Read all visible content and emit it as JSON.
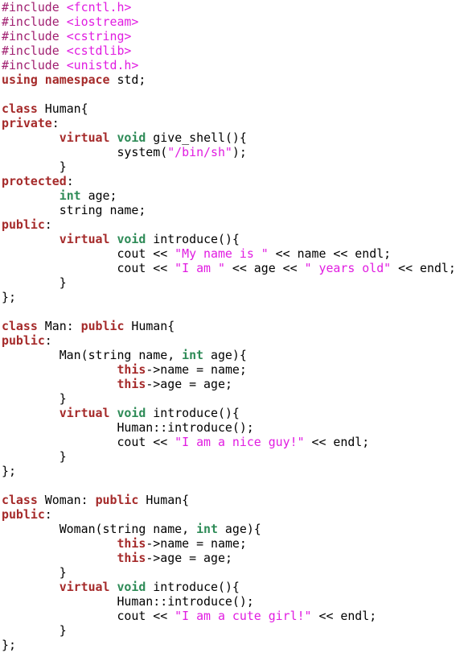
{
  "colors": {
    "background": "#ffffff",
    "default": "#000000",
    "preprocessor": "#a01f70",
    "include_path": "#e11ce1",
    "keyword": "#a52a2a",
    "type": "#2e8b57",
    "string": "#e11ce1"
  },
  "lines": [
    [
      {
        "c": "pp",
        "t": "#include "
      },
      {
        "c": "inc",
        "t": "<fcntl.h>"
      }
    ],
    [
      {
        "c": "pp",
        "t": "#include "
      },
      {
        "c": "inc",
        "t": "<iostream>"
      }
    ],
    [
      {
        "c": "pp",
        "t": "#include "
      },
      {
        "c": "inc",
        "t": "<cstring>"
      }
    ],
    [
      {
        "c": "pp",
        "t": "#include "
      },
      {
        "c": "inc",
        "t": "<cstdlib>"
      }
    ],
    [
      {
        "c": "pp",
        "t": "#include "
      },
      {
        "c": "inc",
        "t": "<unistd.h>"
      }
    ],
    [
      {
        "c": "kw",
        "t": "using"
      },
      {
        "c": "txt",
        "t": " "
      },
      {
        "c": "kw",
        "t": "namespace"
      },
      {
        "c": "txt",
        "t": " std;"
      }
    ],
    [],
    [
      {
        "c": "kw",
        "t": "class"
      },
      {
        "c": "txt",
        "t": " Human{"
      }
    ],
    [
      {
        "c": "kw",
        "t": "private"
      },
      {
        "c": "txt",
        "t": ":"
      }
    ],
    [
      {
        "c": "txt",
        "t": "        "
      },
      {
        "c": "kw",
        "t": "virtual"
      },
      {
        "c": "txt",
        "t": " "
      },
      {
        "c": "ty",
        "t": "void"
      },
      {
        "c": "txt",
        "t": " give_shell(){"
      }
    ],
    [
      {
        "c": "txt",
        "t": "                system("
      },
      {
        "c": "str",
        "t": "\"/bin/sh\""
      },
      {
        "c": "txt",
        "t": ");"
      }
    ],
    [
      {
        "c": "txt",
        "t": "        }"
      }
    ],
    [
      {
        "c": "kw",
        "t": "protected"
      },
      {
        "c": "txt",
        "t": ":"
      }
    ],
    [
      {
        "c": "txt",
        "t": "        "
      },
      {
        "c": "ty",
        "t": "int"
      },
      {
        "c": "txt",
        "t": " age;"
      }
    ],
    [
      {
        "c": "txt",
        "t": "        string name;"
      }
    ],
    [
      {
        "c": "kw",
        "t": "public"
      },
      {
        "c": "txt",
        "t": ":"
      }
    ],
    [
      {
        "c": "txt",
        "t": "        "
      },
      {
        "c": "kw",
        "t": "virtual"
      },
      {
        "c": "txt",
        "t": " "
      },
      {
        "c": "ty",
        "t": "void"
      },
      {
        "c": "txt",
        "t": " introduce(){"
      }
    ],
    [
      {
        "c": "txt",
        "t": "                cout << "
      },
      {
        "c": "str",
        "t": "\"My name is \""
      },
      {
        "c": "txt",
        "t": " << name << endl;"
      }
    ],
    [
      {
        "c": "txt",
        "t": "                cout << "
      },
      {
        "c": "str",
        "t": "\"I am \""
      },
      {
        "c": "txt",
        "t": " << age << "
      },
      {
        "c": "str",
        "t": "\" years old\""
      },
      {
        "c": "txt",
        "t": " << endl;"
      }
    ],
    [
      {
        "c": "txt",
        "t": "        }"
      }
    ],
    [
      {
        "c": "txt",
        "t": "};"
      }
    ],
    [],
    [
      {
        "c": "kw",
        "t": "class"
      },
      {
        "c": "txt",
        "t": " Man: "
      },
      {
        "c": "kw",
        "t": "public"
      },
      {
        "c": "txt",
        "t": " Human{"
      }
    ],
    [
      {
        "c": "kw",
        "t": "public"
      },
      {
        "c": "txt",
        "t": ":"
      }
    ],
    [
      {
        "c": "txt",
        "t": "        Man(string name, "
      },
      {
        "c": "ty",
        "t": "int"
      },
      {
        "c": "txt",
        "t": " age){"
      }
    ],
    [
      {
        "c": "txt",
        "t": "                "
      },
      {
        "c": "kw",
        "t": "this"
      },
      {
        "c": "txt",
        "t": "->name = name;"
      }
    ],
    [
      {
        "c": "txt",
        "t": "                "
      },
      {
        "c": "kw",
        "t": "this"
      },
      {
        "c": "txt",
        "t": "->age = age;"
      }
    ],
    [
      {
        "c": "txt",
        "t": "        }"
      }
    ],
    [
      {
        "c": "txt",
        "t": "        "
      },
      {
        "c": "kw",
        "t": "virtual"
      },
      {
        "c": "txt",
        "t": " "
      },
      {
        "c": "ty",
        "t": "void"
      },
      {
        "c": "txt",
        "t": " introduce(){"
      }
    ],
    [
      {
        "c": "txt",
        "t": "                Human::introduce();"
      }
    ],
    [
      {
        "c": "txt",
        "t": "                cout << "
      },
      {
        "c": "str",
        "t": "\"I am a nice guy!\""
      },
      {
        "c": "txt",
        "t": " << endl;"
      }
    ],
    [
      {
        "c": "txt",
        "t": "        }"
      }
    ],
    [
      {
        "c": "txt",
        "t": "};"
      }
    ],
    [],
    [
      {
        "c": "kw",
        "t": "class"
      },
      {
        "c": "txt",
        "t": " Woman: "
      },
      {
        "c": "kw",
        "t": "public"
      },
      {
        "c": "txt",
        "t": " Human{"
      }
    ],
    [
      {
        "c": "kw",
        "t": "public"
      },
      {
        "c": "txt",
        "t": ":"
      }
    ],
    [
      {
        "c": "txt",
        "t": "        Woman(string name, "
      },
      {
        "c": "ty",
        "t": "int"
      },
      {
        "c": "txt",
        "t": " age){"
      }
    ],
    [
      {
        "c": "txt",
        "t": "                "
      },
      {
        "c": "kw",
        "t": "this"
      },
      {
        "c": "txt",
        "t": "->name = name;"
      }
    ],
    [
      {
        "c": "txt",
        "t": "                "
      },
      {
        "c": "kw",
        "t": "this"
      },
      {
        "c": "txt",
        "t": "->age = age;"
      }
    ],
    [
      {
        "c": "txt",
        "t": "        }"
      }
    ],
    [
      {
        "c": "txt",
        "t": "        "
      },
      {
        "c": "kw",
        "t": "virtual"
      },
      {
        "c": "txt",
        "t": " "
      },
      {
        "c": "ty",
        "t": "void"
      },
      {
        "c": "txt",
        "t": " introduce(){"
      }
    ],
    [
      {
        "c": "txt",
        "t": "                Human::introduce();"
      }
    ],
    [
      {
        "c": "txt",
        "t": "                cout << "
      },
      {
        "c": "str",
        "t": "\"I am a cute girl!\""
      },
      {
        "c": "txt",
        "t": " << endl;"
      }
    ],
    [
      {
        "c": "txt",
        "t": "        }"
      }
    ],
    [
      {
        "c": "txt",
        "t": "};"
      }
    ]
  ]
}
